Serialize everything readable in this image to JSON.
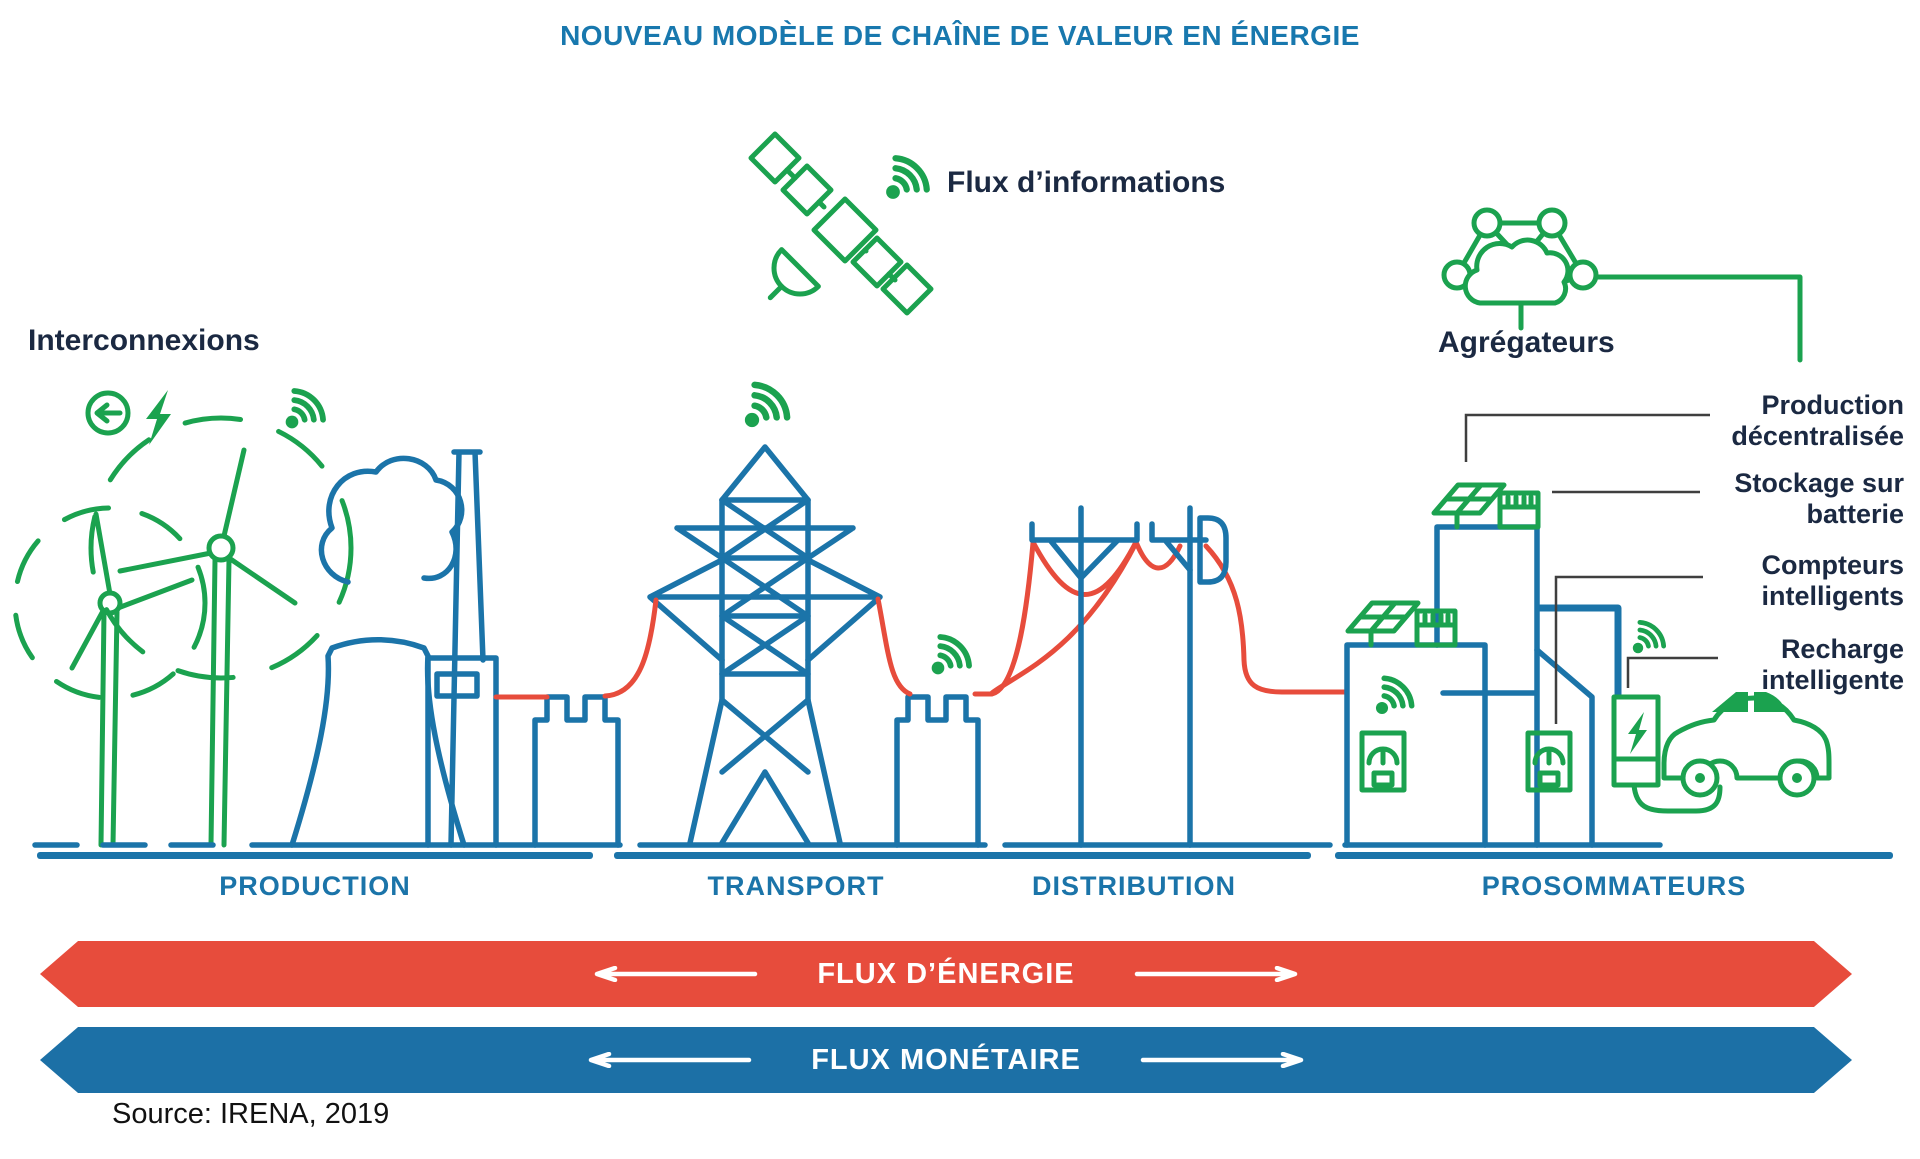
{
  "title": "NOUVEAU MODÈLE DE CHAÎNE DE VALEUR EN ÉNERGIE",
  "colors": {
    "blue": "#1B74A9",
    "red": "#E74C3C",
    "green": "#1BA24F",
    "navy": "#1B2942",
    "banner_red": "#E74C3C",
    "banner_blue": "#1C70A6",
    "title_blue": "#1878AE",
    "gray": "#3F3F3F"
  },
  "annotations": {
    "information_flow": "Flux d’informations",
    "interconnections": "Interconnexions",
    "aggregators": "Agrégateurs",
    "decentralized_production": "Production décentralisée",
    "battery_storage": "Stockage sur batterie",
    "smart_meters": "Compteurs intelligents",
    "smart_charging": "Recharge intelligente"
  },
  "sections": [
    {
      "label": "PRODUCTION"
    },
    {
      "label": "TRANSPORT"
    },
    {
      "label": "DISTRIBUTION"
    },
    {
      "label": "PROSOMMATEURS"
    }
  ],
  "banners": {
    "energy_flow": "FLUX D’ÉNERGIE",
    "monetary_flow": "FLUX MONÉTAIRE"
  },
  "source": "Source: IRENA, 2019",
  "icons": [
    "satellite-icon",
    "wifi-signal-icon",
    "interconnection-arrow-icon",
    "lightning-icon",
    "aggregator-cloud-network-icon",
    "wind-turbine-icon",
    "power-plant-icon",
    "substation-icon",
    "transmission-tower-icon",
    "distribution-pole-icon",
    "solar-panel-icon",
    "rooftop-battery-icon",
    "smart-meter-icon",
    "ev-charging-station-icon",
    "electric-car-icon"
  ]
}
